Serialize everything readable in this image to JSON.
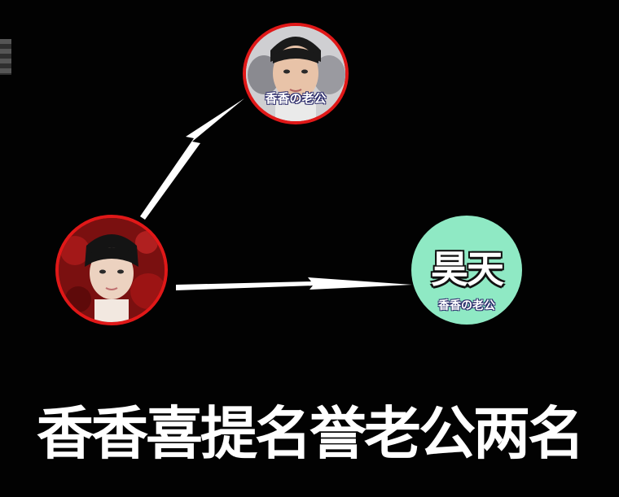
{
  "diagram": {
    "nodes": [
      {
        "id": "top",
        "label": "香香の老公",
        "border_color": "#e01818"
      },
      {
        "id": "left",
        "label": "",
        "border_color": "#e01818"
      },
      {
        "id": "right",
        "name": "昊天",
        "label": "香香の老公",
        "fill_color": "#8fe9c4"
      }
    ],
    "edges": [
      {
        "from": "left",
        "to": "top"
      },
      {
        "from": "left",
        "to": "right"
      }
    ]
  },
  "caption": "香香喜提名誉老公两名",
  "colors": {
    "background": "#020202",
    "arrow": "#ffffff",
    "border": "#e01818",
    "mint": "#8fe9c4"
  }
}
